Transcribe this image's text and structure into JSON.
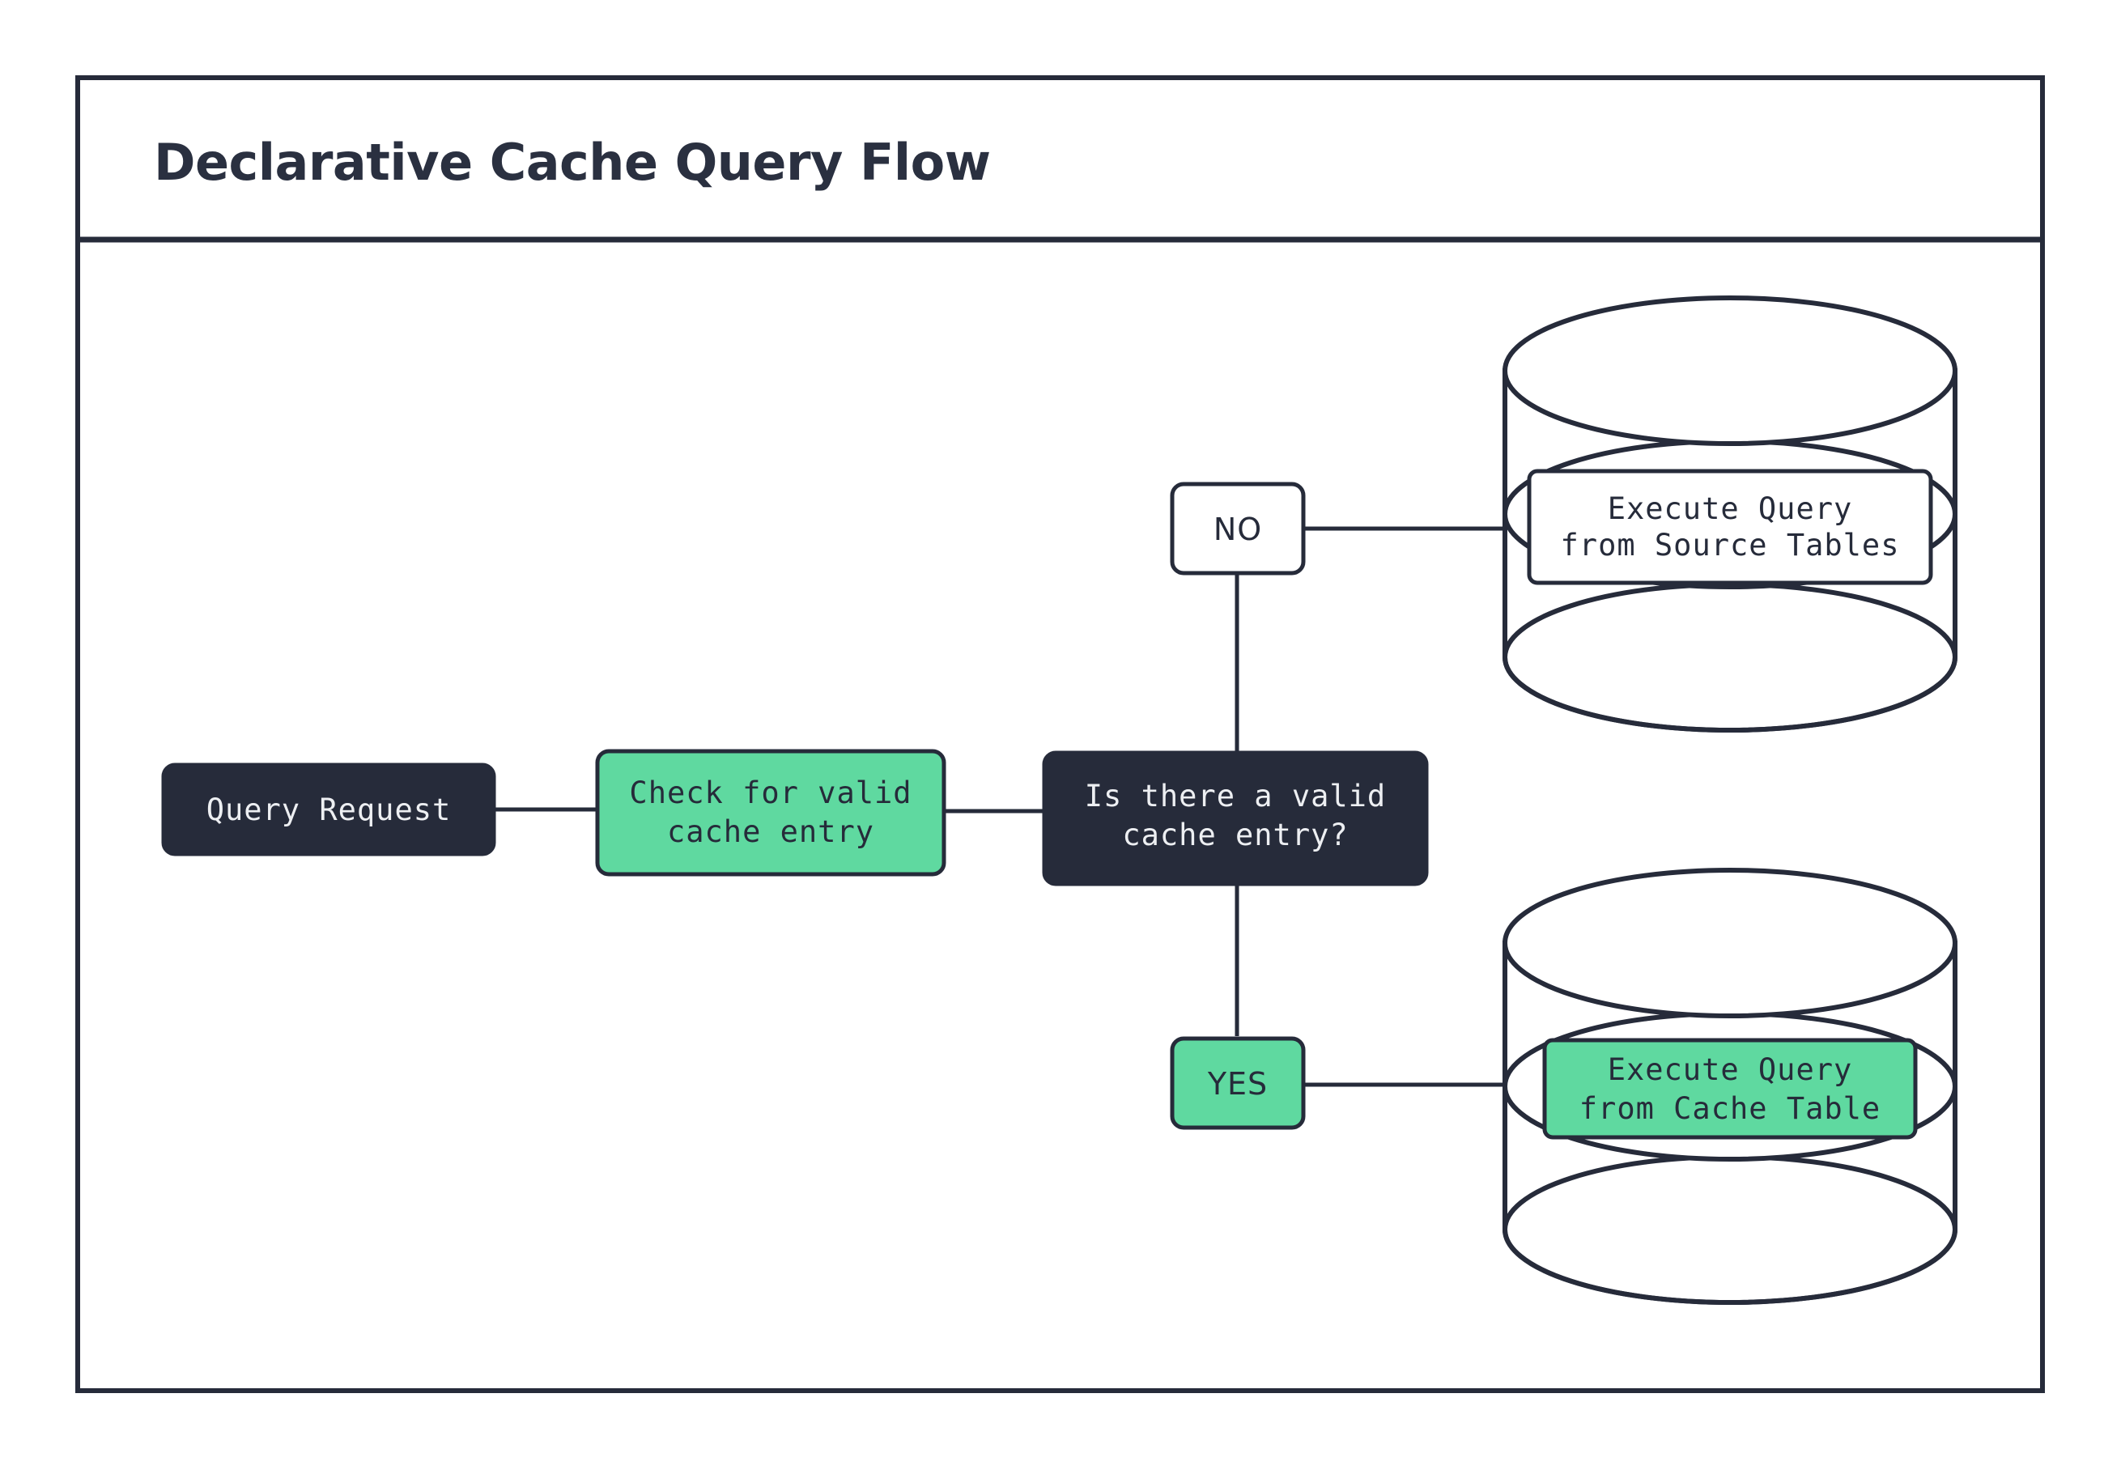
{
  "diagram": {
    "title": "Declarative Cache Query Flow",
    "background_color": "#ffffff",
    "frame_color": "#262B3A",
    "accent_green": "#5FD9A0",
    "accent_dark": "#262B3A",
    "text_light": "#EDEFF2"
  },
  "nodes": {
    "query_request": {
      "label": "Query Request",
      "style": "dark"
    },
    "check_cache": {
      "line1": "Check for valid",
      "line2": "cache entry",
      "style": "green"
    },
    "decision": {
      "line1": "Is there a valid",
      "line2": "cache entry?",
      "style": "dark"
    },
    "source_tables": {
      "line1": "Execute Query",
      "line2": "from Source Tables",
      "style": "white",
      "container": "database-cylinder"
    },
    "cache_table": {
      "line1": "Execute Query",
      "line2": "from Cache Table",
      "style": "green",
      "container": "database-cylinder"
    }
  },
  "branches": {
    "no_badge": {
      "label": "NO",
      "style": "white"
    },
    "yes_badge": {
      "label": "YES",
      "style": "green"
    }
  }
}
